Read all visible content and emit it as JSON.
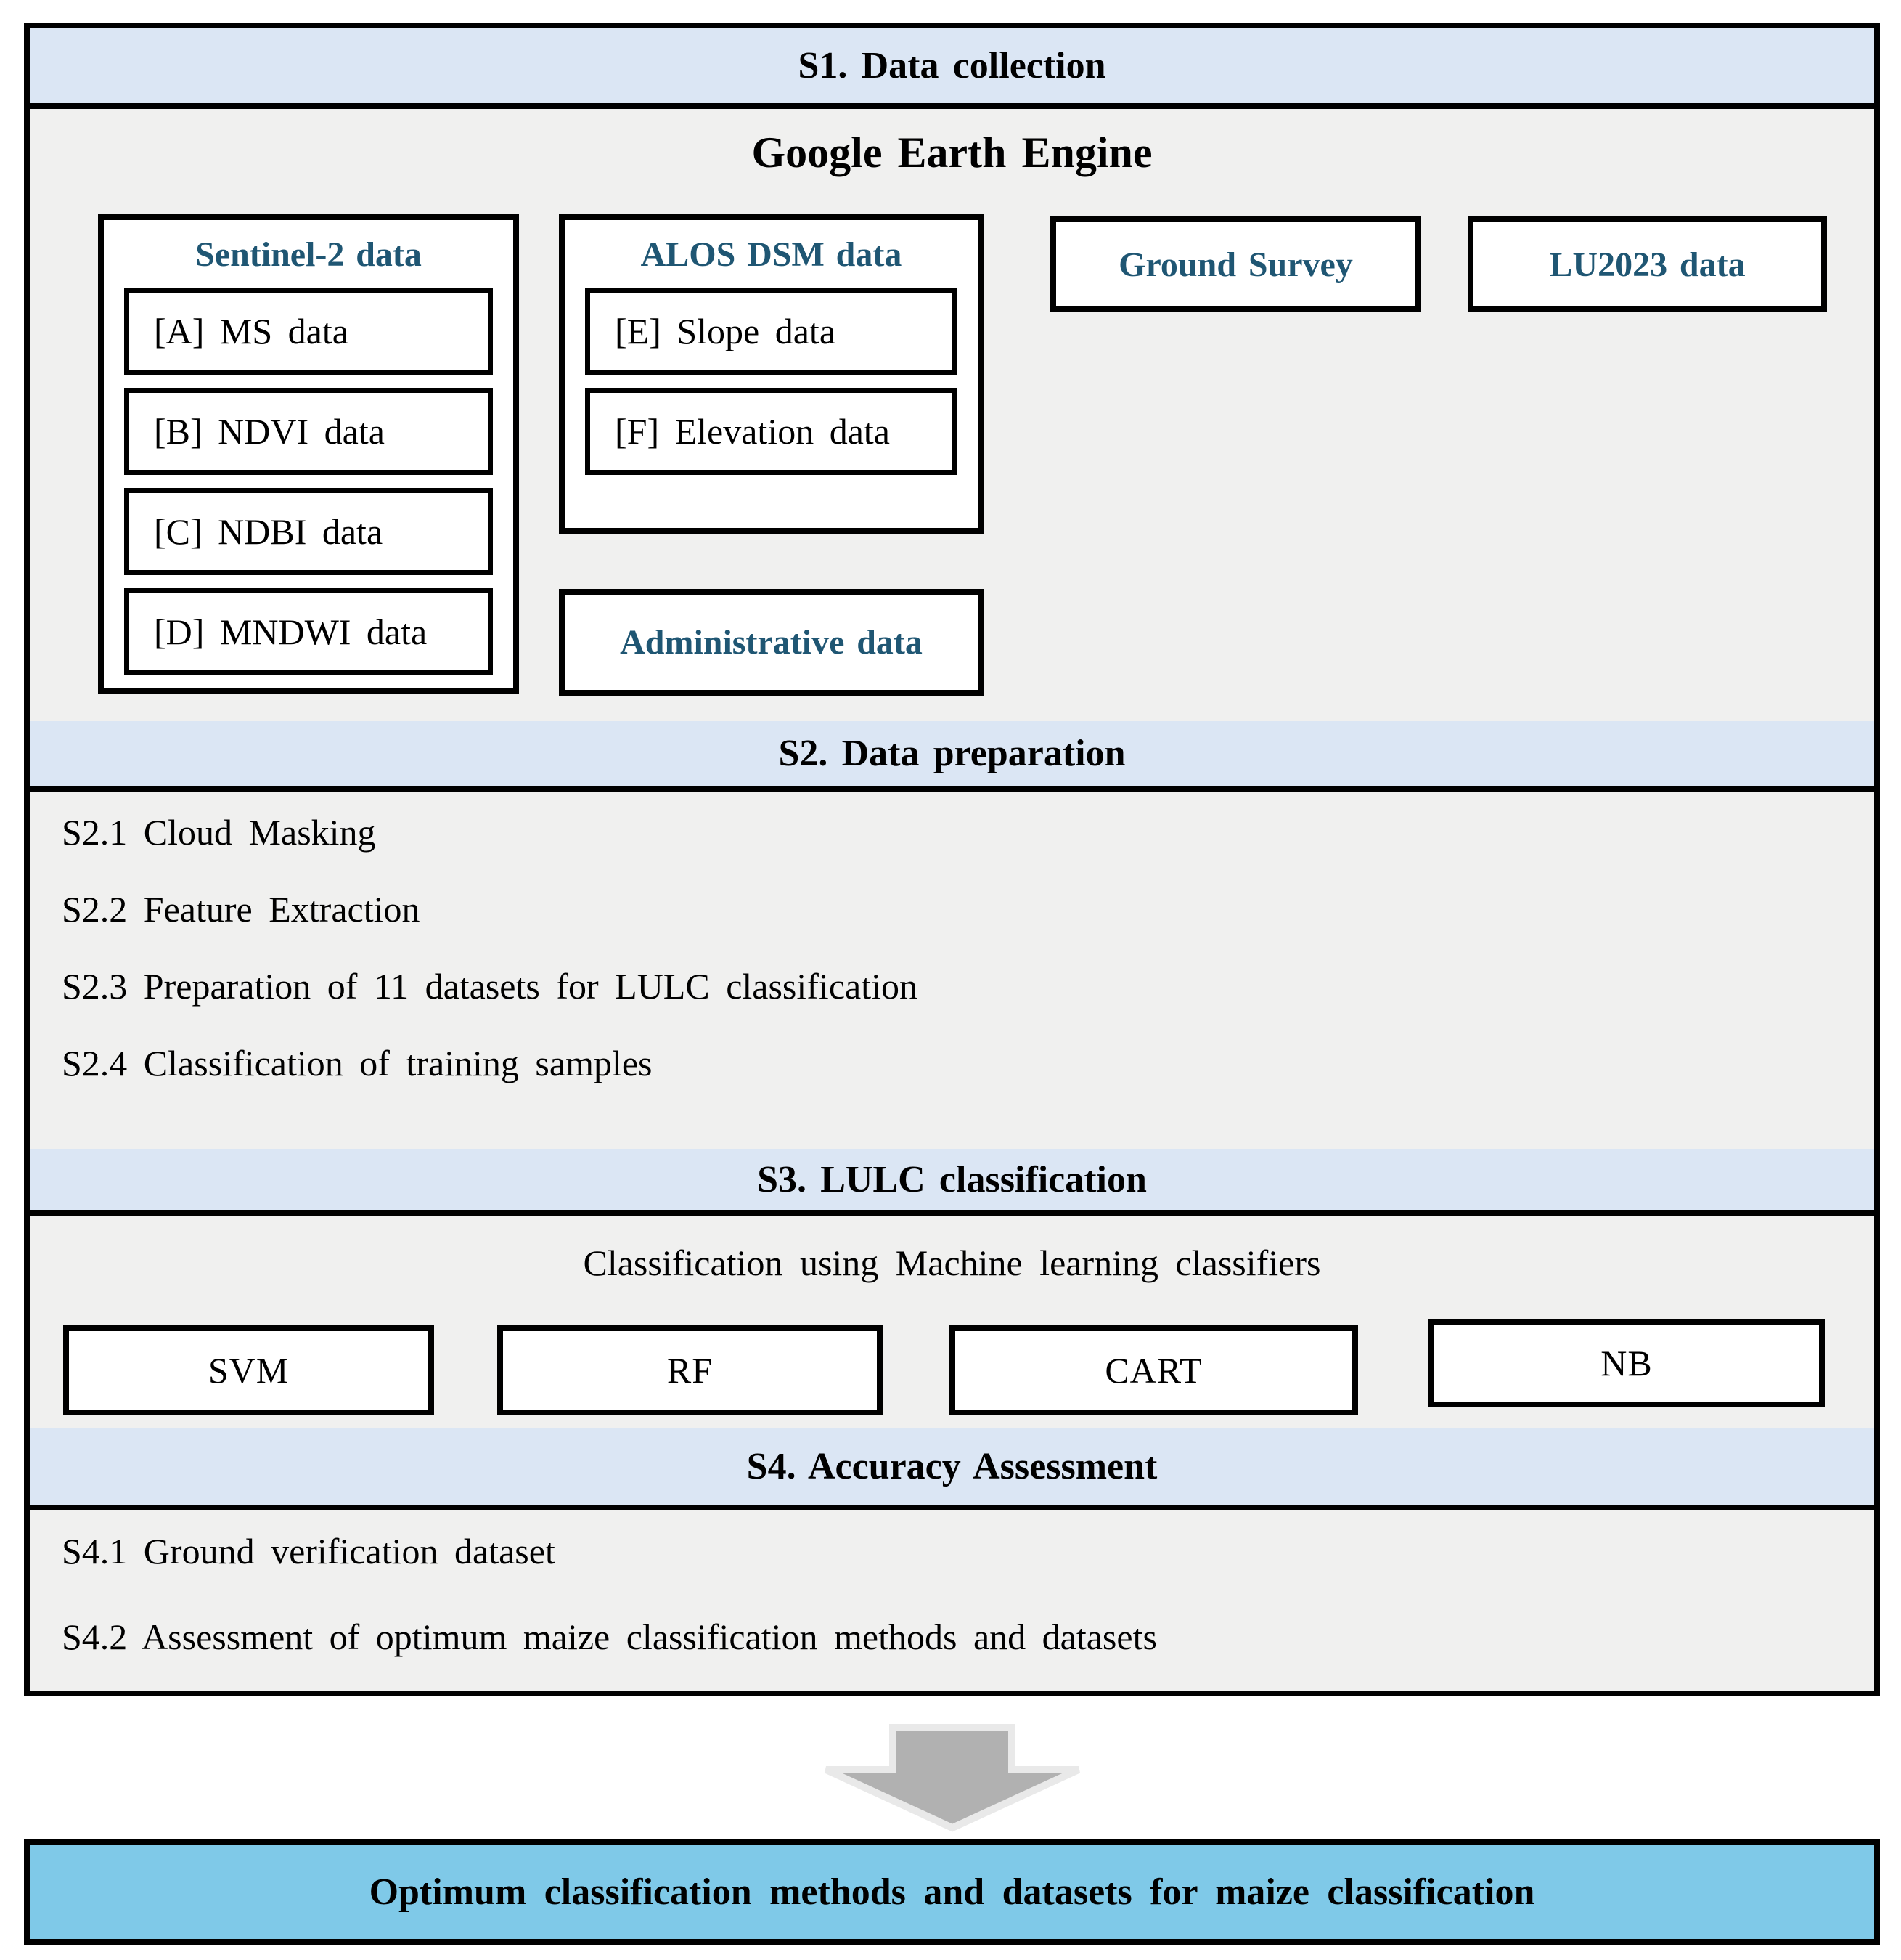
{
  "s1": {
    "header": "S1. Data collection",
    "title": "Google Earth Engine",
    "sentinel": {
      "title": "Sentinel-2 data",
      "items": [
        "[A] MS data",
        "[B] NDVI data",
        "[C] NDBI data",
        "[D] MNDWI data"
      ]
    },
    "alos": {
      "title": "ALOS DSM data",
      "items": [
        "[E] Slope data",
        "[F] Elevation data"
      ]
    },
    "ground_survey": "Ground Survey",
    "lu2023": "LU2023 data",
    "administrative": "Administrative data"
  },
  "s2": {
    "header": "S2. Data preparation",
    "items": [
      "S2.1 Cloud Masking",
      "S2.2 Feature Extraction",
      "S2.3 Preparation of 11 datasets for LULC classification",
      "S2.4 Classification of training samples"
    ]
  },
  "s3": {
    "header": "S3. LULC classification",
    "subtitle": "Classification using Machine learning classifiers",
    "classifiers": [
      "SVM",
      "RF",
      "CART",
      "NB"
    ]
  },
  "s4": {
    "header": "S4. Accuracy Assessment",
    "items": [
      "S4.1 Ground verification dataset",
      "S4.2 Assessment of optimum maize classification methods and datasets"
    ]
  },
  "footer": {
    "label": "Optimum classification methods and datasets for maize classification"
  },
  "colors": {
    "header_bg": "#dbe6f4",
    "content_bg": "#f0f0ef",
    "accent_text": "#1f5673",
    "footer_bg": "#7fc9e8",
    "arrow_fill": "#b1b1b1",
    "arrow_outline": "#e9e9e9",
    "border": "#000000"
  }
}
